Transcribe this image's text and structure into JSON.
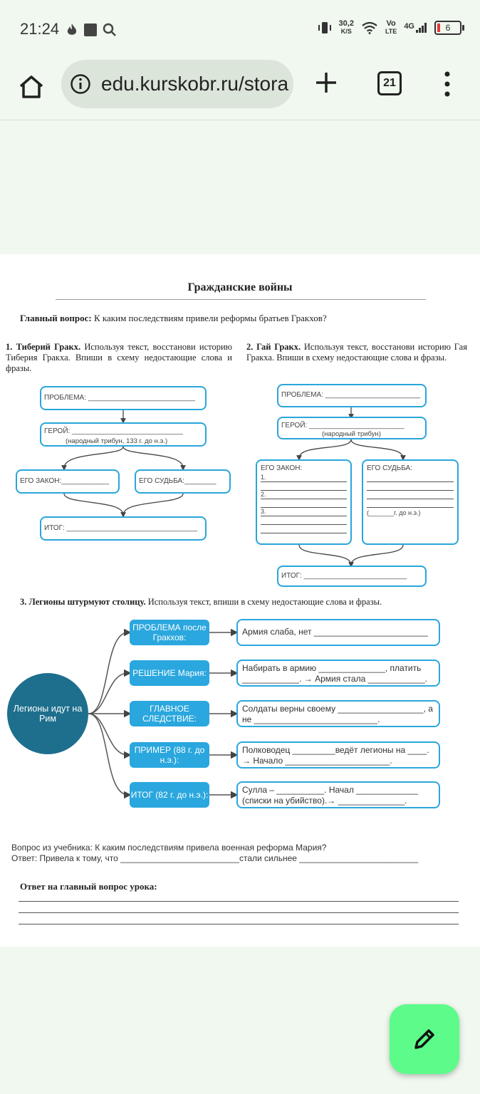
{
  "status_bar": {
    "time": "21:24",
    "net_speed": "30,2",
    "net_unit": "K/S",
    "volte": "Vo",
    "lte": "LTE",
    "signal": "4G",
    "battery": "6"
  },
  "browser": {
    "url": "edu.kurskobr.ru/stora",
    "tab_count": "21"
  },
  "doc": {
    "title": "Гражданские войны",
    "main_question_label": "Главный вопрос:",
    "main_question": " К каким последствиям привели реформы братьев Гракхов?",
    "s1": {
      "head": "1. Тиберий Гракх.",
      "text": " Используя текст, восстанови историю Тиберия Гракха. Впиши в схему недостающие слова и фразы."
    },
    "s2": {
      "head": "2. Гай Гракх.",
      "text": " Используя текст, восстанови историю Гая Гракха. Впиши в схему недостающие слова и фразы."
    },
    "d1": {
      "problem": "ПРОБЛЕМА: ___________________________",
      "hero": "ГЕРОЙ: ____________________________",
      "hero_sub": "(народный трибун, 133 г. до н.э.)",
      "law": "ЕГО ЗАКОН:____________",
      "fate": "ЕГО СУДЬБА:________",
      "result": "ИТОГ: _________________________________"
    },
    "d2": {
      "problem": "ПРОБЛЕМА: ________________________",
      "hero": "ГЕРОЙ: ________________________",
      "hero_sub": "(народный трибун)",
      "law": "ЕГО ЗАКОН:",
      "n1": "1.",
      "n2": "2.",
      "n3": "3.",
      "fate": "ЕГО СУДЬБА:",
      "fate_year": "(_______г. до н.э.)",
      "result": "ИТОГ: __________________________"
    },
    "s3": {
      "head": "3. Легионы штурмуют столицу.",
      "text": " Используя текст, впиши в схему недостающие слова и фразы."
    },
    "d3": {
      "center": "Легионы идут на Рим",
      "p1": "ПРОБЛЕМА после Гракхов:",
      "p2": "РЕШЕНИЕ Мария:",
      "p3": "ГЛАВНОЕ СЛЕДСТВИЕ:",
      "p4": "ПРИМЕР (88 г. до н.э.):",
      "p5": "ИТОГ (82 г. до н.э.):",
      "r1": "Армия слаба, нет ________________________",
      "r2": "Набирать в армию ______________, платить ____________. → Армия стала ____________.",
      "r3": "Солдаты верны своему __________________, а не __________________________.",
      "r4": "Полководец _________ведёт легионы на ____. → Начало ______________________.",
      "r5": "Сулла – __________. Начал _____________ (списки на убийство).→ ______________."
    },
    "textbook_q": "Вопрос из учебника: К каким последствиям привела военная реформа Мария?",
    "textbook_a": "Ответ: Привела к тому, что _________________________стали сильнее _________________________",
    "answer_head": "Ответ на главный вопрос урока:"
  },
  "colors": {
    "accent": "#2aa7de",
    "circle": "#1e6f8d",
    "fab": "#5dfc8a",
    "bg": "#f0f8ef"
  }
}
